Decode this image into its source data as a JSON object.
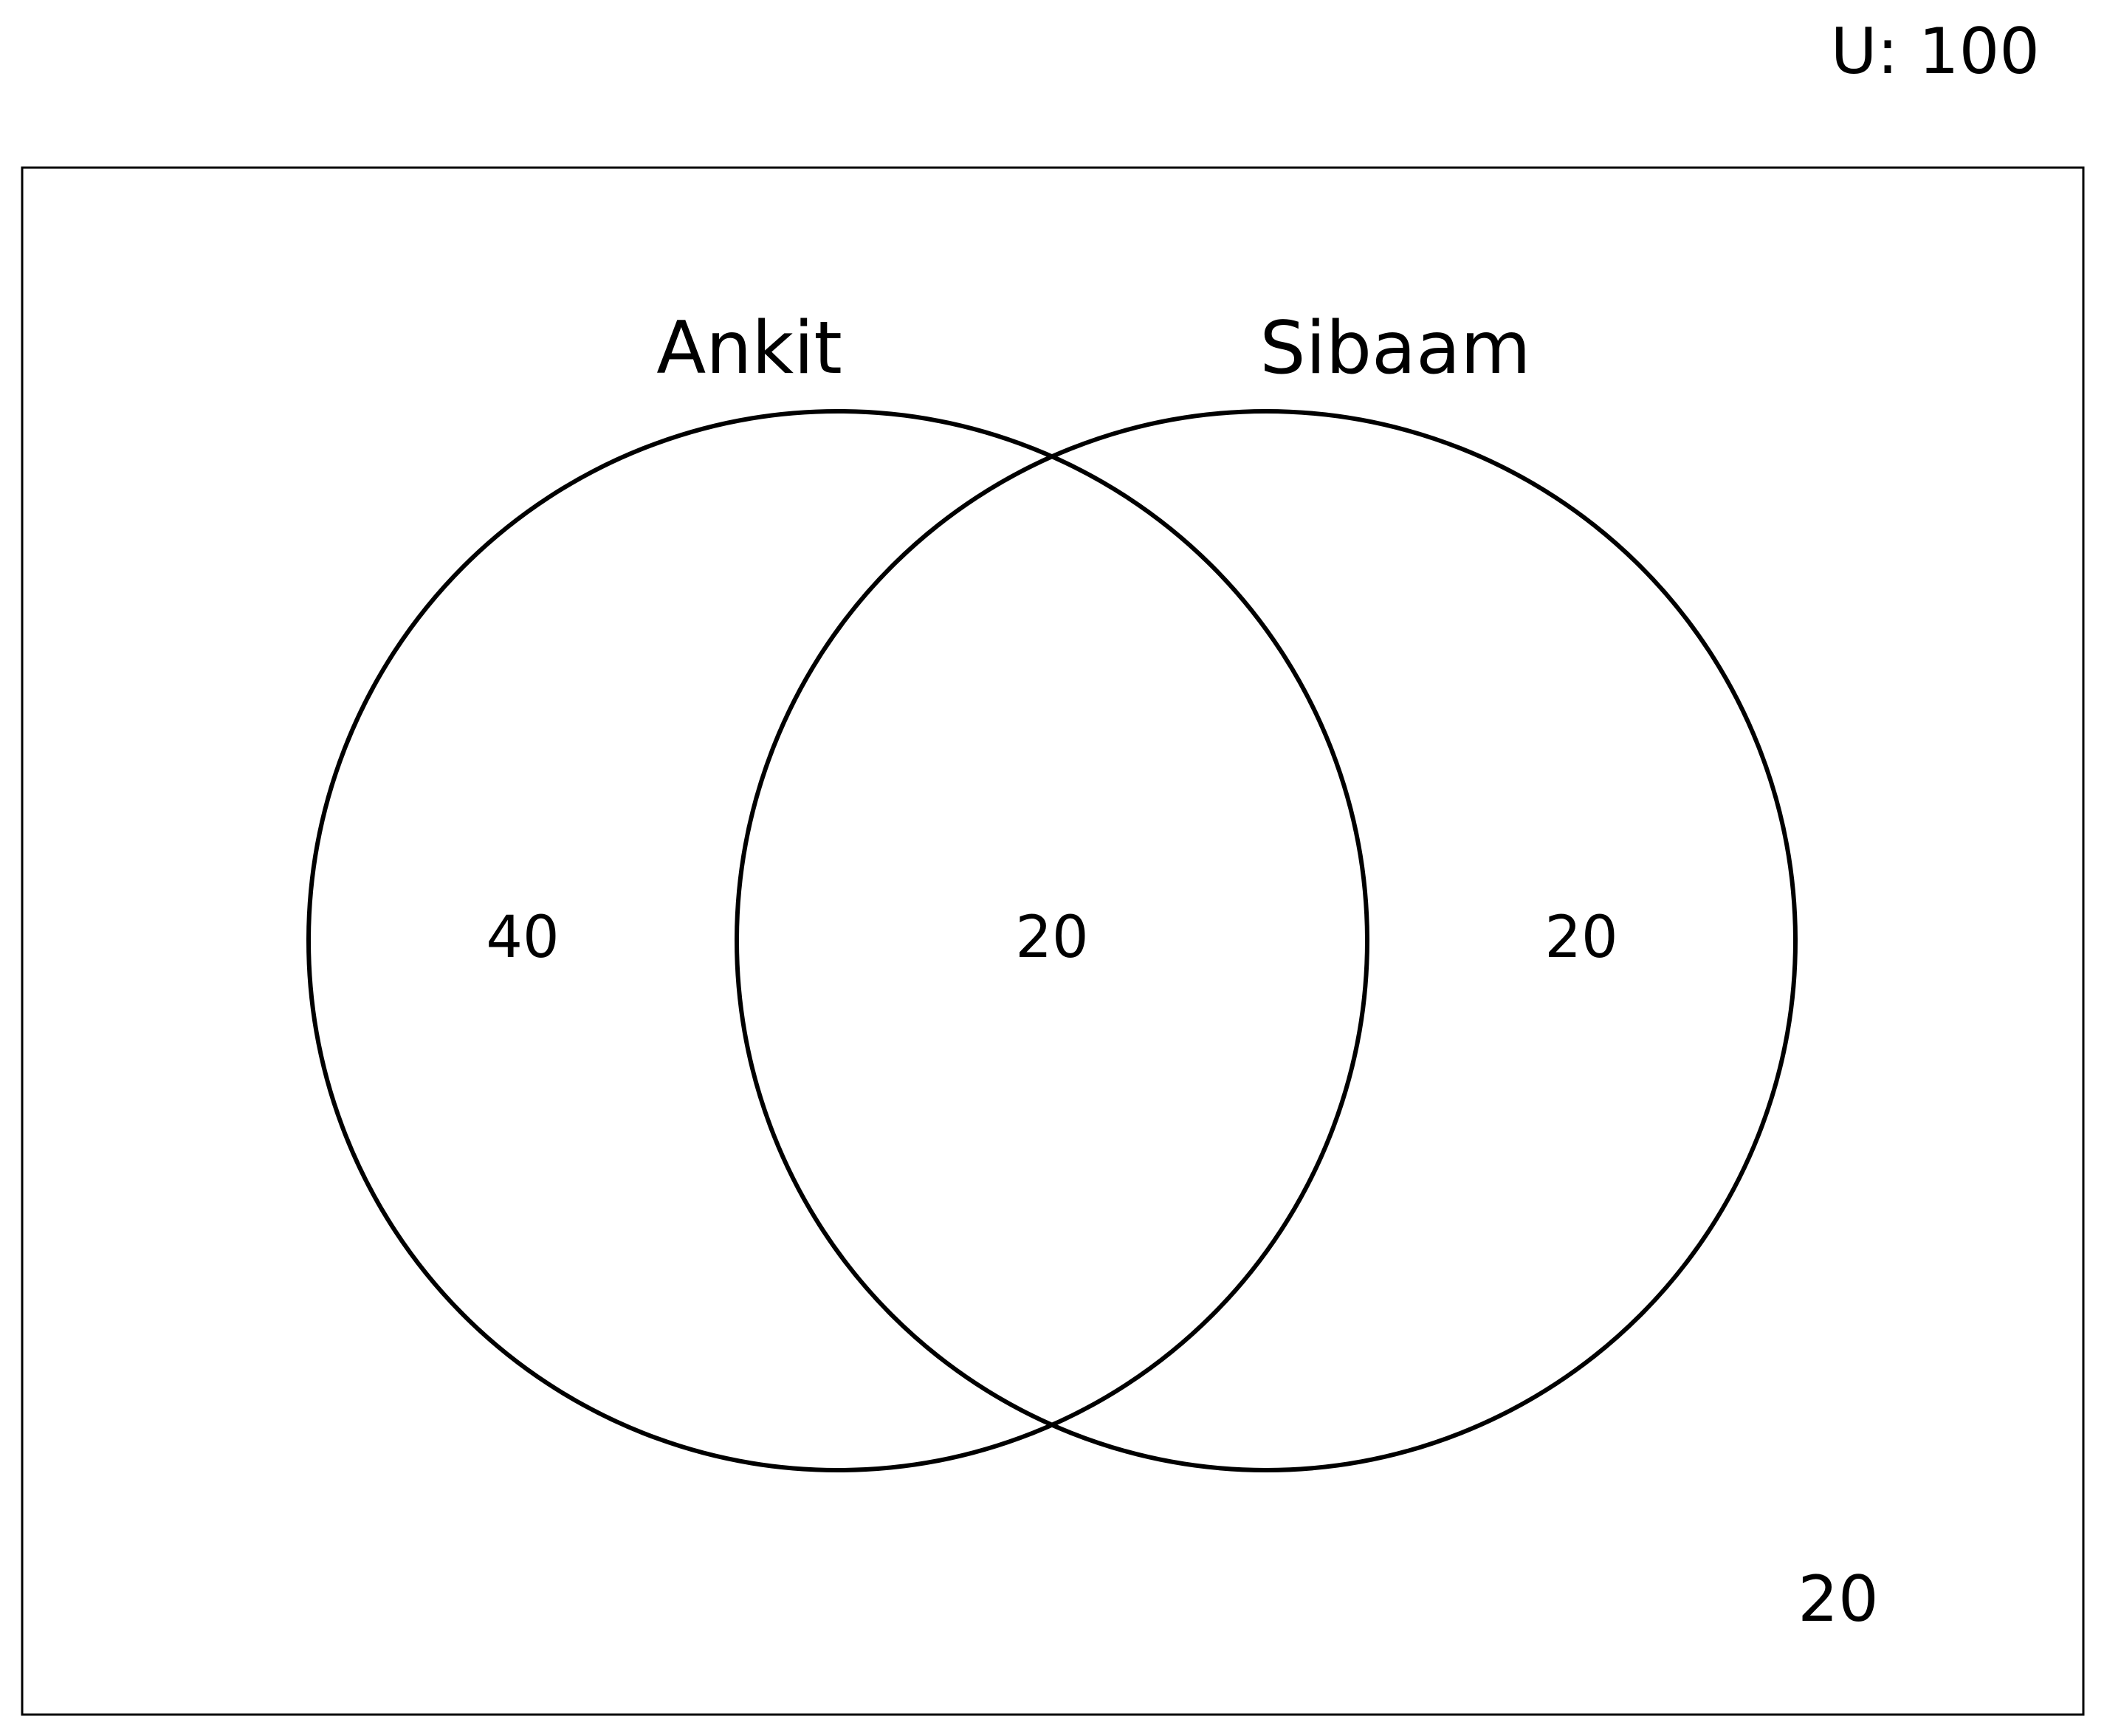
{
  "universe": {
    "label": "U: 100",
    "outside_value": "20"
  },
  "sets": [
    {
      "name": "Ankit",
      "only_value": "40"
    },
    {
      "name": "Sibaam",
      "only_value": "20"
    }
  ],
  "intersection_value": "20",
  "colors": {
    "stroke": "#000000",
    "background": "#ffffff"
  }
}
